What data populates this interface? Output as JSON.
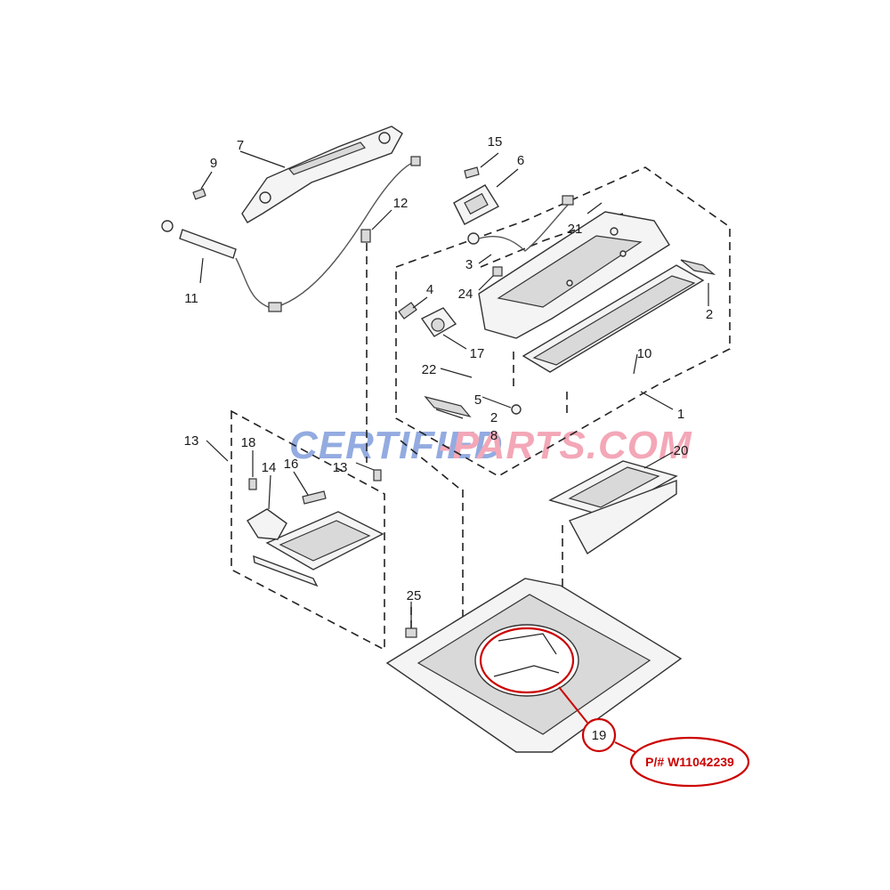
{
  "watermark": {
    "part1": "CERTIFIED",
    "part2": "-PARTS.COM",
    "color1": "#6f8fd6",
    "color2": "#f08aa0"
  },
  "labels": {
    "l1": "1",
    "l2a": "2",
    "l2b": "2",
    "l3": "3",
    "l4": "4",
    "l5": "5",
    "l6": "6",
    "l7": "7",
    "l8": "8",
    "l9": "9",
    "l10": "10",
    "l11": "11",
    "l12": "12",
    "l13a": "13",
    "l13b": "13",
    "l14": "14",
    "l15": "15",
    "l16": "16",
    "l17": "17",
    "l18": "18",
    "l19": "19",
    "l20": "20",
    "l21": "21",
    "l22": "22",
    "l24": "24",
    "l25": "25"
  },
  "callout": {
    "part_number": "P/# W11042239",
    "highlight_color": "#cc0000"
  }
}
